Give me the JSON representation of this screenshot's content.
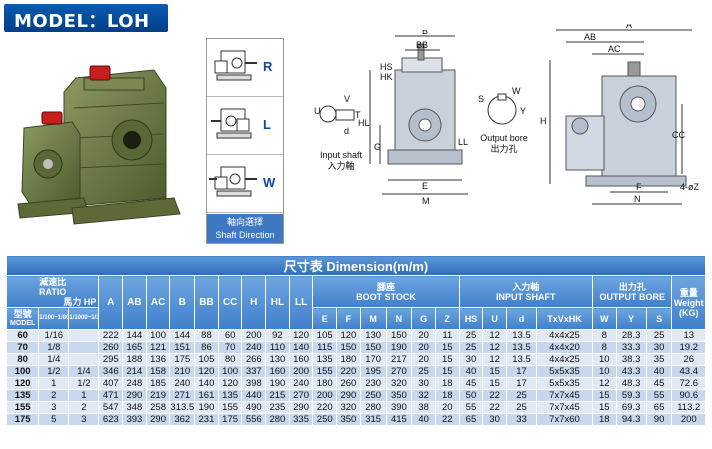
{
  "model_title": "MODEL：LOH",
  "shaft_direction": {
    "items": [
      {
        "letter": "R"
      },
      {
        "letter": "L"
      },
      {
        "letter": "W"
      }
    ],
    "caption_zh": "軸向選擇",
    "caption_en": "Shaft Direction"
  },
  "drawing_labels": {
    "input_shaft_en": "Input shaft",
    "input_shaft_zh": "入力軸",
    "output_bore_en": "Output bore",
    "output_bore_zh": "出力孔",
    "front": [
      "B",
      "BB",
      "HS",
      "HK",
      "HL",
      "G",
      "LL",
      "E",
      "M"
    ],
    "shaft": [
      "V",
      "U",
      "T",
      "d"
    ],
    "bore": [
      "S",
      "W",
      "Y"
    ],
    "side": [
      "A",
      "AB",
      "AC",
      "H",
      "CC",
      "F",
      "N",
      "4-øZ"
    ]
  },
  "table": {
    "title": "尺寸表  Dimension(m/m)",
    "headers": {
      "ratio_zh": "減速比",
      "ratio_en": "RATIO",
      "hp_zh": "馬力",
      "hp_en": "HP",
      "model_zh": "型號",
      "model_en": "MODEL",
      "ratio_range": "1/100~1/800",
      "hp_range": "1/1000~1/3600",
      "dims": [
        "A",
        "AB",
        "AC",
        "B",
        "BB",
        "CC",
        "H",
        "HL",
        "LL"
      ],
      "boot_zh": "腳座",
      "boot_en": "BOOT STOCK",
      "boot_cols": [
        "E",
        "F",
        "M",
        "N",
        "G",
        "Z"
      ],
      "input_zh": "入力軸",
      "input_en": "INPUT SHAFT",
      "input_cols": [
        "HS",
        "U",
        "d",
        "TxVxHK"
      ],
      "output_zh": "出力孔",
      "output_en": "OUTPUT BORE",
      "output_cols": [
        "W",
        "Y",
        "S"
      ],
      "weight_zh": "重量",
      "weight_en": "Weight",
      "weight_unit": "(KG)"
    },
    "rows": [
      [
        "60",
        "1/16",
        "",
        "222",
        "144",
        "100",
        "144",
        "88",
        "60",
        "200",
        "92",
        "120",
        "105",
        "120",
        "130",
        "150",
        "20",
        "11",
        "25",
        "12",
        "13.5",
        "4x4x25",
        "8",
        "28.3",
        "25",
        "13"
      ],
      [
        "70",
        "1/8",
        "",
        "260",
        "165",
        "121",
        "151",
        "86",
        "70",
        "240",
        "110",
        "140",
        "115",
        "150",
        "150",
        "190",
        "20",
        "15",
        "25",
        "12",
        "13.5",
        "4x4x20",
        "8",
        "33.3",
        "30",
        "19.2"
      ],
      [
        "80",
        "1/4",
        "",
        "295",
        "188",
        "136",
        "175",
        "105",
        "80",
        "266",
        "130",
        "160",
        "135",
        "180",
        "170",
        "217",
        "20",
        "15",
        "30",
        "12",
        "13.5",
        "4x4x25",
        "10",
        "38.3",
        "35",
        "26"
      ],
      [
        "100",
        "1/2",
        "1/4",
        "346",
        "214",
        "158",
        "210",
        "120",
        "100",
        "337",
        "160",
        "200",
        "155",
        "220",
        "195",
        "270",
        "25",
        "15",
        "40",
        "15",
        "17",
        "5x5x35",
        "10",
        "43.3",
        "40",
        "43.4"
      ],
      [
        "120",
        "1",
        "1/2",
        "407",
        "248",
        "185",
        "240",
        "140",
        "120",
        "398",
        "190",
        "240",
        "180",
        "260",
        "230",
        "320",
        "30",
        "18",
        "45",
        "15",
        "17",
        "5x5x35",
        "12",
        "48.3",
        "45",
        "72.6"
      ],
      [
        "135",
        "2",
        "1",
        "471",
        "290",
        "219",
        "271",
        "161",
        "135",
        "440",
        "215",
        "270",
        "200",
        "290",
        "250",
        "350",
        "32",
        "18",
        "50",
        "22",
        "25",
        "7x7x45",
        "15",
        "59.3",
        "55",
        "90.6"
      ],
      [
        "155",
        "3",
        "2",
        "547",
        "348",
        "258",
        "313.5",
        "190",
        "155",
        "490",
        "235",
        "290",
        "220",
        "320",
        "280",
        "390",
        "38",
        "20",
        "55",
        "22",
        "25",
        "7x7x45",
        "15",
        "69.3",
        "65",
        "113.2"
      ],
      [
        "175",
        "5",
        "3",
        "623",
        "393",
        "290",
        "362",
        "231",
        "175",
        "556",
        "280",
        "335",
        "250",
        "350",
        "315",
        "415",
        "40",
        "22",
        "65",
        "30",
        "33",
        "7x7x60",
        "18",
        "94.3",
        "90",
        "200"
      ]
    ]
  },
  "colors": {
    "banner": "#0a5bb0",
    "header": "#3f7fcc",
    "row_light": "#dfe9f6",
    "row_dark": "#c6d8ee",
    "gearbox_green": "#6f7d4a"
  }
}
